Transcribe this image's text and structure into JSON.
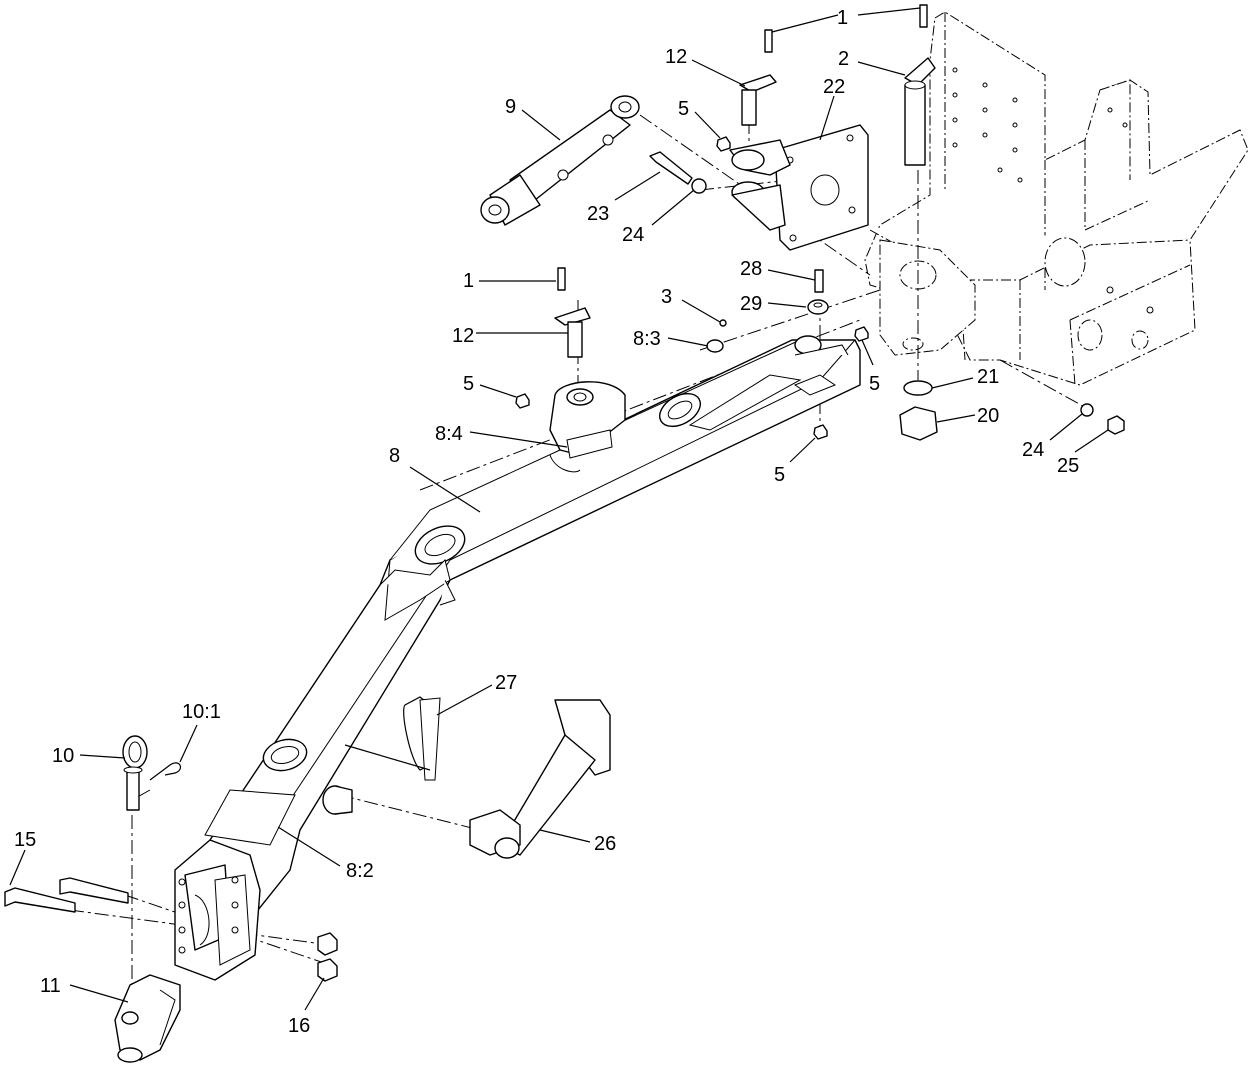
{
  "callouts": {
    "c1a": "1",
    "c2": "2",
    "c12a": "12",
    "c9": "9",
    "c5a": "5",
    "c22": "22",
    "c23": "23",
    "c24a": "24",
    "c1b": "1",
    "c28": "28",
    "c3": "3",
    "c29": "29",
    "c12b": "12",
    "c83": "8:3",
    "c5b": "5",
    "c5c": "5",
    "c21": "21",
    "c84": "8:4",
    "c20": "20",
    "c24b": "24",
    "c25": "25",
    "c5d": "5",
    "c8": "8",
    "c27": "27",
    "c101": "10:1",
    "c10": "10",
    "c15": "15",
    "c26": "26",
    "c82": "8:2",
    "c11": "11",
    "c16": "16"
  }
}
